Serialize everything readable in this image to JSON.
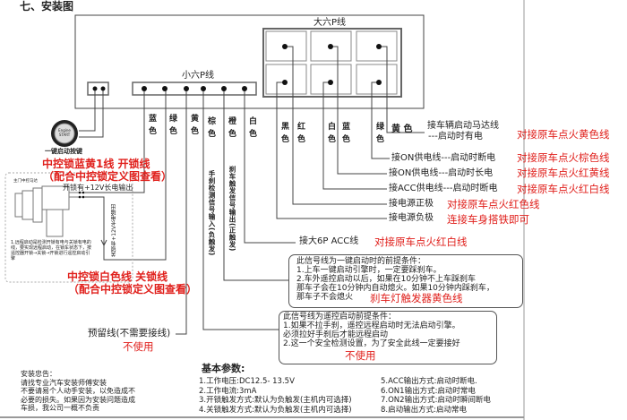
{
  "title": "七、安装图",
  "connectors": {
    "big6p_label": "大六P线",
    "small6p_label": "小六P线",
    "start_button_text": "Engine START",
    "start_button_label": "一键启动按键"
  },
  "small6p_wires": [
    "蓝色",
    "绿色",
    "黄色",
    "棕色",
    "橙色",
    "白色"
  ],
  "small6p_signals": {
    "brown": "手刹检测信号输入(负触发)",
    "orange": "刹车触发信号输出(正触发)"
  },
  "big6p_wires": {
    "black": "黑色",
    "red": "红色",
    "white": "白色",
    "blue": "蓝色",
    "green": "绿色",
    "yellow": "黄 色"
  },
  "big6p_desc": {
    "yellow_1": "接车辆启动马达线",
    "yellow_2": "---启动时有电",
    "green": "接ON供电线---启动时断电",
    "blue": "接ON供电线---启动时长电",
    "white": "接ACC供电线---启动时断电",
    "red": "接电源正极",
    "black": "接电源负极",
    "acc": "接大6P ACC线"
  },
  "big6p_notes": {
    "yellow": "对接原车点火黄色线",
    "green": "对接原车点火棕色线",
    "blue": "对接原车点火红黄线",
    "white": "对接原车点火红白线",
    "red": "对接原车点火红色线",
    "black": "连接车身搭铁即可",
    "acc": "对接原车点火红白线"
  },
  "lock": {
    "unlock_title": "中控锁蓝黄1线 开锁线",
    "unlock_sub": "（配合中控锁定义图查看）",
    "unlock_output": "开锁有+12V长电输出",
    "lock_output": "关锁有+12V长电输出",
    "lock_title": "中控锁白色线 关锁线",
    "lock_sub": "（配合中控锁定义图查看）",
    "motor_label": "主门中控马达",
    "motor_note": "1.远程启动是检测开锁有电与关锁有电的线，要实现远程启动，在锁车状态下，按遥控器开锁→关锁→开锁进行遥控启动引擎"
  },
  "reserved": {
    "label": "预留线(不需要接线)",
    "note": "不使用"
  },
  "brake_box": {
    "lines": [
      "此信号线为一键启动时的前提条件：",
      "1.上车一键启动引擎时，一定要踩刹车。",
      "2.车外遥控启动以后，如果在10分钟不上车踩刹车",
      "那车子会在10分钟内自动熄火。如果10分钟内踩刹车，",
      "那车子不会熄火"
    ],
    "note": "刹车灯触发器黄色线"
  },
  "handbrake_box": {
    "lines": [
      "此信号线为遥控启动前提条件：",
      "1.如果不拉手刹，遥控远程启动时无法启动引擎。",
      "必须拉好手刹后才能远程启动",
      "2.这一个安全检测设置，为了安全此线一定要接好"
    ],
    "note": "不使用"
  },
  "advice": {
    "lines": [
      "安装忠告：",
      "请找专业汽车安装师傅安装",
      "不要请易个人动手安装，以免造成不",
      "必要的损失。如果因为安装问题造成",
      "车损，我公司一概不负责"
    ]
  },
  "params": {
    "title": "基本参数:",
    "left": [
      "1.工作电压:DC12.5- 13.5V",
      "2.工作电流:3mA",
      "3.开锁触发方式:默认为负触发(主机内可选择)",
      "4.关锁触发方式:默认为负触发(主机内可选择)"
    ],
    "right": [
      "5.ACC输出方式:启动时断电.",
      "6.ON1输出方式:启动时常电",
      "7.ON2输出方式:启动时瞬间断电",
      "8.启动输出方式:启动常电"
    ]
  }
}
